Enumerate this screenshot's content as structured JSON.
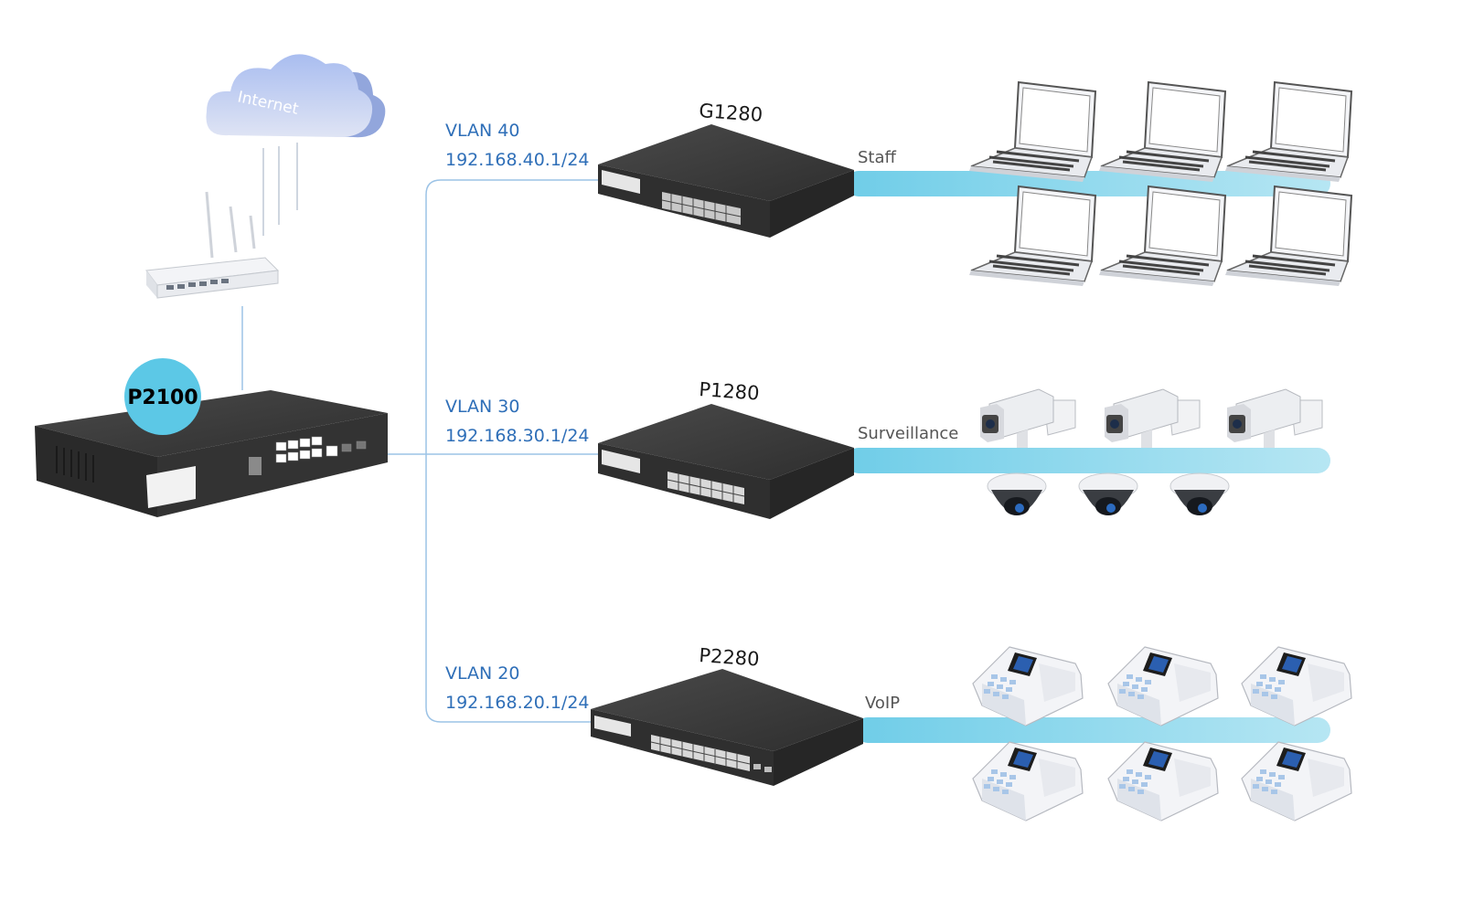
{
  "internet": {
    "label": "Internet"
  },
  "core_switch": {
    "label": "P2100"
  },
  "vlans": [
    {
      "vlan": "VLAN 40",
      "subnet": "192.168.40.1/24",
      "switch": "G1280",
      "segment": "Staff",
      "device_icon": "laptop-icon"
    },
    {
      "vlan": "VLAN 30",
      "subnet": "192.168.30.1/24",
      "switch": "P1280",
      "segment": "Surveillance",
      "device_icon": "camera-icon"
    },
    {
      "vlan": "VLAN 20",
      "subnet": "192.168.20.1/24",
      "switch": "P2280",
      "segment": "VoIP",
      "device_icon": "ip-phone-icon"
    }
  ],
  "colors": {
    "link_line": "#9cc3e6",
    "segment_bar": "#7fd3ea",
    "core_badge": "#5cc8e6",
    "cloud": "#8fa9df",
    "switch_body": "#3a3a3a",
    "vlan_text": "#2f6fb8"
  }
}
